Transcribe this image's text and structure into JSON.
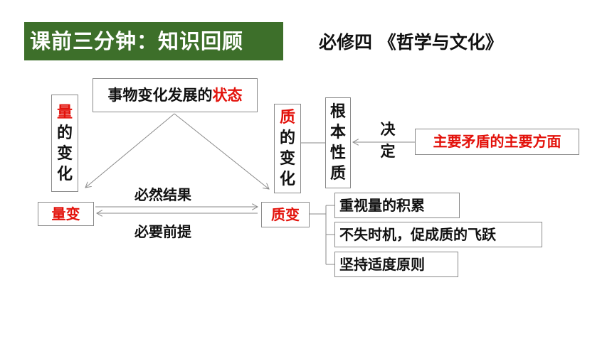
{
  "header": {
    "title": "课前三分钟：知识回顾",
    "subtitle": "必修四 《哲学与文化》"
  },
  "diagram": {
    "state_box": {
      "prefix": "事物变化发展的",
      "highlight": "状态"
    },
    "quantitative_change": {
      "first": "量",
      "rest": [
        "的",
        "变",
        "化"
      ]
    },
    "qualitative_change": {
      "first": "质",
      "rest": [
        "的",
        "变",
        "化"
      ]
    },
    "fundamental_nature": [
      "根",
      "本",
      "性",
      "质"
    ],
    "determine": [
      "决",
      "定"
    ],
    "main_aspect": "主要矛盾的主要方面",
    "quantity_change_label": "量变",
    "quality_change_label": "质变",
    "necessary_result": "必然结果",
    "necessary_premise": "必要前提",
    "implications": [
      "重视量的积累",
      "不失时机，促成质的飞跃",
      "坚持适度原则"
    ]
  },
  "colors": {
    "banner_green": "#3d6f2a",
    "highlight_red": "#e3120b",
    "line_gray": "#8a8a8a"
  }
}
